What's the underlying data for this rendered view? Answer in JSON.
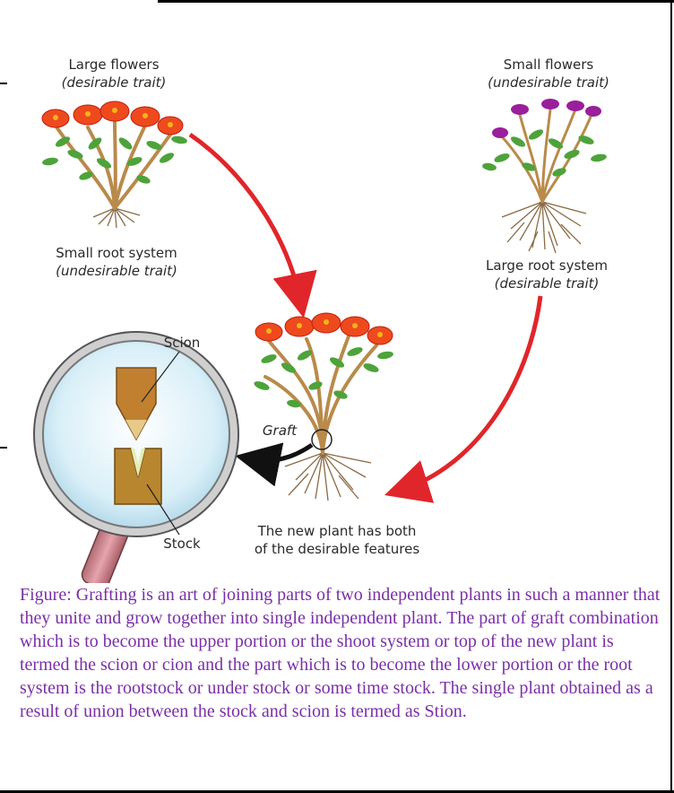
{
  "labels": {
    "large_flowers": "Large flowers",
    "large_flowers_trait": "(desirable trait)",
    "small_root": "Small root system",
    "small_root_trait": "(undesirable trait)",
    "small_flowers": "Small flowers",
    "small_flowers_trait": "(undesirable trait)",
    "large_root": "Large root system",
    "large_root_trait": "(desirable trait)",
    "scion": "Scion",
    "stock": "Stock",
    "graft": "Graft",
    "result_line1": "The new plant has both",
    "result_line2": "of the desirable features"
  },
  "caption": "Figure: Grafting is an art of joining parts of two independent plants in such a manner that they unite and grow together into single independent plant. The part of graft combination which is to become the upper portion or the shoot system or top of the new plant is termed the scion or cion and the part which is to become the lower portion or the root system is the rootstock or under stock or some time stock. The single plant obtained as a result of union between the stock and scion is termed as Stion.",
  "colors": {
    "arrow": "#e0262a",
    "caption_text": "#7a2fa6",
    "flower_large": "#ee4a1e",
    "flower_small": "#9a1f9a",
    "leaf": "#4da33a",
    "stem": "#b98a4a"
  }
}
